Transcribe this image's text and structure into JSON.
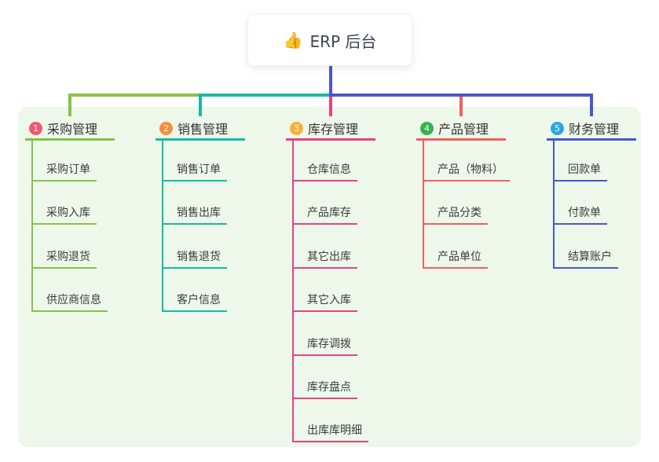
{
  "root": {
    "emoji": "👍",
    "label": "ERP 后台"
  },
  "branches": [
    {
      "badge": "1",
      "label": "采购管理",
      "line_color": "#87c24a",
      "badge_color": "#f25871",
      "children": [
        "采购订单",
        "采购入库",
        "采购退货",
        "供应商信息"
      ]
    },
    {
      "badge": "2",
      "label": "销售管理",
      "line_color": "#17bba4",
      "badge_color": "#f78e3d",
      "children": [
        "销售订单",
        "销售出库",
        "销售退货",
        "客户信息"
      ]
    },
    {
      "badge": "3",
      "label": "库存管理",
      "line_color": "#e34486",
      "badge_color": "#f6b133",
      "children": [
        "仓库信息",
        "产品库存",
        "其它出库",
        "其它入库",
        "库存调拨",
        "库存盘点",
        "出库库明细"
      ]
    },
    {
      "badge": "4",
      "label": "产品管理",
      "line_color": "#f15f5f",
      "badge_color": "#32b44a",
      "children": [
        "产品（物料）",
        "产品分类",
        "产品单位"
      ]
    },
    {
      "badge": "5",
      "label": "财务管理",
      "line_color": "#4758cf",
      "badge_color": "#2ca6e0",
      "children": [
        "回款单",
        "付款单",
        "结算账户"
      ]
    }
  ],
  "connector_color": "#4758cf",
  "panel_color": "#edf7ea"
}
